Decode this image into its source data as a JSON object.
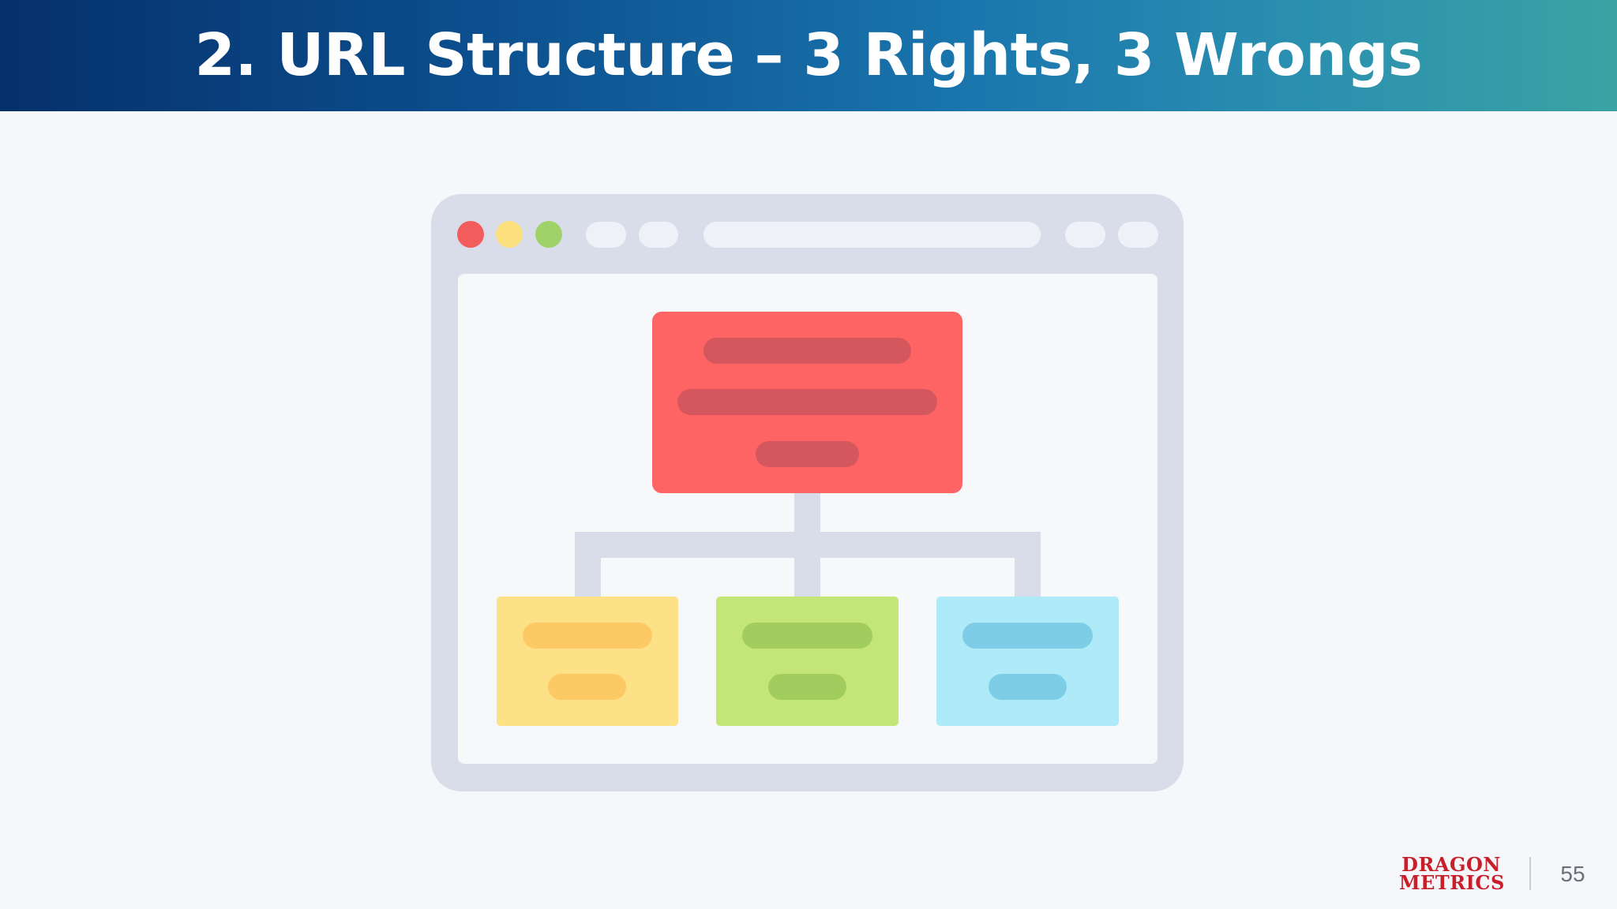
{
  "slide": {
    "title": "2. URL Structure – 3 Rights, 3 Wrongs",
    "page_number": "55"
  },
  "logo": {
    "line1": "DRAGON",
    "line2": "METRICS"
  },
  "colors": {
    "title_gradient_start": "#05306a",
    "title_gradient_end": "#3aa3a3",
    "browser_frame": "#d9dde9",
    "close_dot": "#f25c5c",
    "minimize_dot": "#fbe07d",
    "maximize_dot": "#9fd36a",
    "parent_box": "#fe6464",
    "child_yellow": "#fde187",
    "child_green": "#c4e678",
    "child_blue": "#aeeaf8",
    "logo_red": "#c8202a"
  },
  "icons": {
    "illustration": "browser-sitemap-hierarchy-icon"
  }
}
